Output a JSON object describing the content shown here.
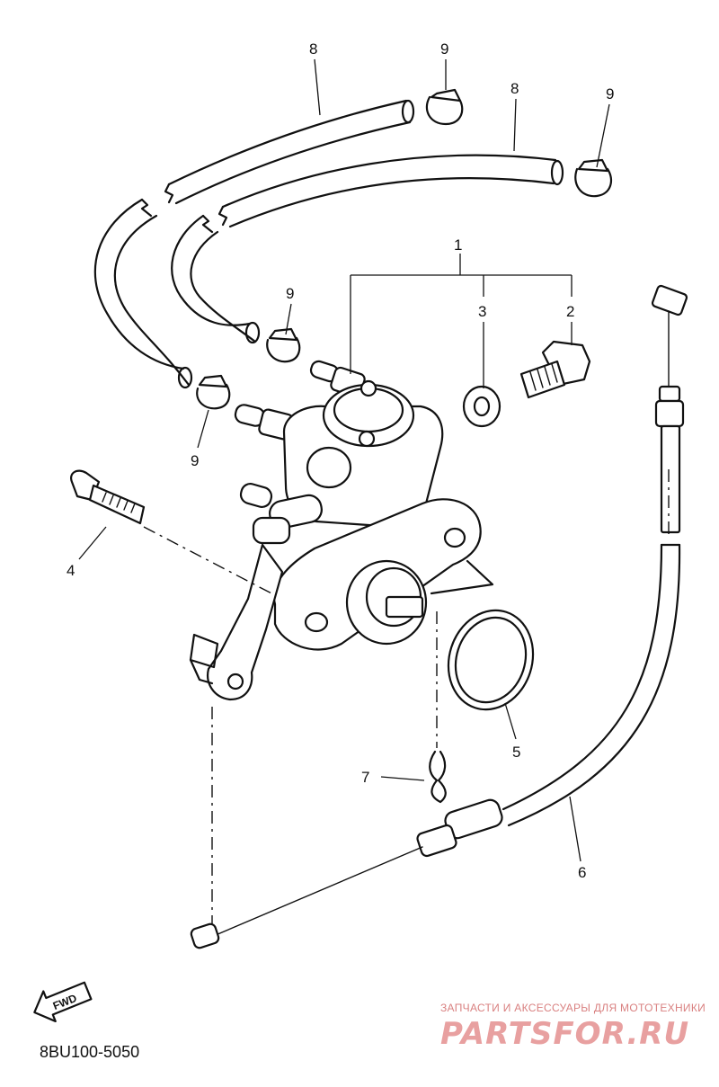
{
  "callouts": {
    "c1": "1",
    "c2": "2",
    "c3": "3",
    "c4": "4",
    "c5": "5",
    "c6": "6",
    "c7": "7",
    "c8a": "8",
    "c8b": "8",
    "c9a": "9",
    "c9b": "9",
    "c9c": "9",
    "c9d": "9"
  },
  "fwd_label": "FWD",
  "drawing_number": "8BU100-5050",
  "watermark": {
    "tagline": "ЗАПЧАСТИ И АКСЕССУАРЫ ДЛЯ МОТОТЕХНИКИ",
    "logo": "PARTSFOR.RU"
  }
}
